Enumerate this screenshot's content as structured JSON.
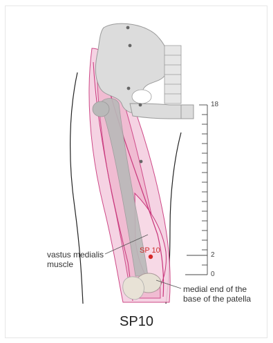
{
  "diagram": {
    "point_label": "SP 10",
    "labels": {
      "muscle_line1": "vastus medialis",
      "muscle_line2": "muscle",
      "patella_line1": "medial end of the",
      "patella_line2": "base of the patella"
    },
    "scale": {
      "top": "18",
      "mid": "2",
      "bottom": "0"
    },
    "title": "SP10",
    "colors": {
      "muscle_fill": "#f4c6d8",
      "muscle_stroke": "#c8347a",
      "bone_fill": "#d0d0d0",
      "point": "#d42a2a"
    }
  }
}
